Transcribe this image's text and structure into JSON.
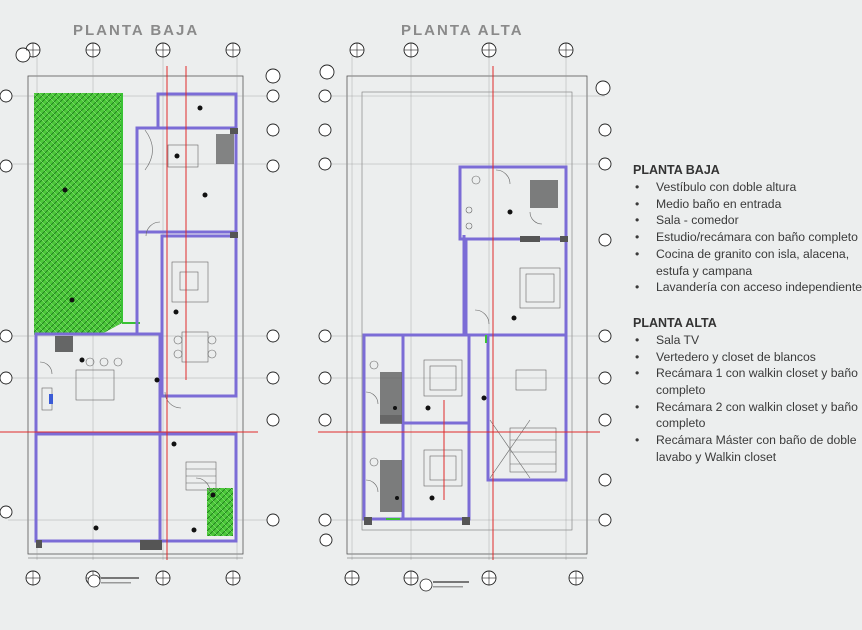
{
  "titles": {
    "planta_baja": "PLANTA BAJA",
    "planta_alta": "PLANTA ALTA"
  },
  "legend": {
    "baja": {
      "heading": "PLANTA BAJA",
      "items": [
        {
          "line1": "Vestíbulo con doble altura",
          "line2": ""
        },
        {
          "line1": "Medio baño en entrada",
          "line2": ""
        },
        {
          "line1": "Sala - comedor",
          "line2": ""
        },
        {
          "line1": "Estudio/recámara con baño completo",
          "line2": ""
        },
        {
          "line1": "Cocina de granito con isla, alacena,",
          "line2": "estufa y campana"
        },
        {
          "line1": "Lavandería con acceso independiente",
          "line2": ""
        }
      ]
    },
    "alta": {
      "heading": "PLANTA ALTA",
      "items": [
        {
          "line1": "Sala TV",
          "line2": ""
        },
        {
          "line1": "Vertedero y closet de blancos",
          "line2": ""
        },
        {
          "line1": "Recámara 1 con walkin closet y baño",
          "line2": "completo"
        },
        {
          "line1": "Recámara 2 con walkin closet y baño",
          "line2": "completo"
        },
        {
          "line1": "Recámara Máster con baño de doble",
          "line2": "lavabo y Walkin closet"
        }
      ]
    }
  },
  "colors": {
    "wall": "#7b6cd6",
    "garden": "#39c234",
    "red_axis": "#e0292b",
    "line": "#333333",
    "title": "#8a8a8a"
  }
}
